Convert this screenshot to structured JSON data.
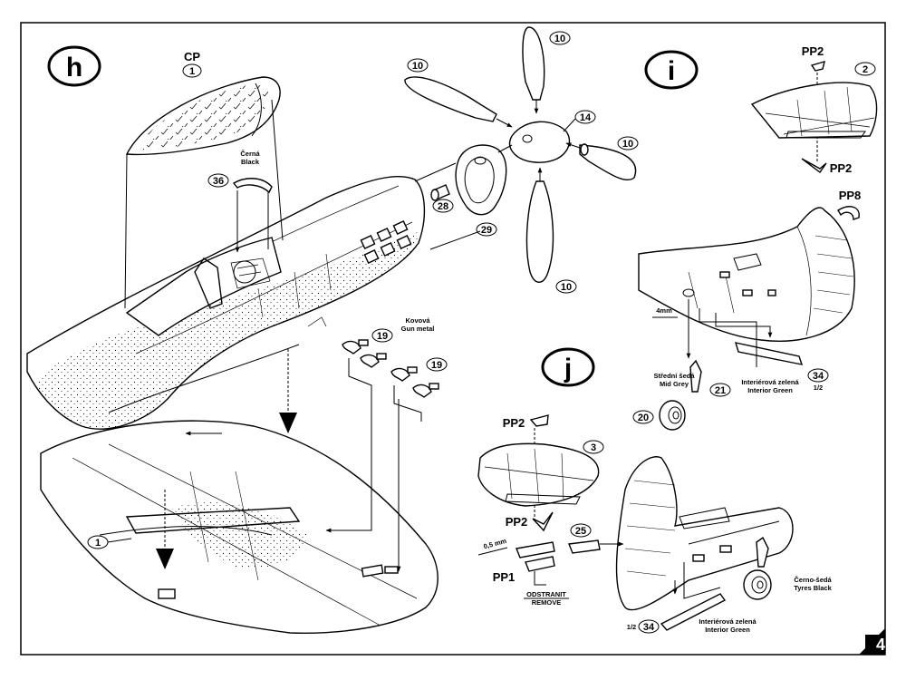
{
  "page_number": "4",
  "steps": {
    "h": {
      "label": "h",
      "canopy_code": "CP",
      "canopy_part": "1",
      "wing_part": "1",
      "part_36": "36",
      "color_36_cz": "Černá",
      "color_36_en": "Black",
      "part_28": "28",
      "part_29": "29",
      "part_10a": "10",
      "part_10b": "10",
      "part_10c": "10",
      "part_10d": "10",
      "part_14": "14",
      "part_19a": "19",
      "part_19b": "19",
      "color_19_cz": "Kovová",
      "color_19_en": "Gun metal"
    },
    "i": {
      "label": "i",
      "pp2_top": "PP2",
      "pp2_bottom": "PP2",
      "pp8": "PP8",
      "part_2": "2",
      "part_20": "20",
      "part_21": "21",
      "part_34": "34",
      "fraction": "1/2",
      "dimension": "4mm",
      "color_21_cz": "Střední šedá",
      "color_21_en": "Mid Grey",
      "color_34_cz": "Interiérová zelená",
      "color_34_en": "Interior Green"
    },
    "j": {
      "label": "j",
      "pp2_top": "PP2",
      "pp2_bottom": "PP2",
      "pp1": "PP1",
      "part_3": "3",
      "part_25": "25",
      "part_34": "34",
      "fraction": "1/2",
      "dimension": "0,5 mm",
      "remove_cz": "ODSTRANIT",
      "remove_en": "REMOVE",
      "color_tyres_cz": "Černo-šedá",
      "color_tyres_en": "Tyres Black",
      "color_34_cz": "Interiérová zelená",
      "color_34_en": "Interior Green"
    }
  }
}
